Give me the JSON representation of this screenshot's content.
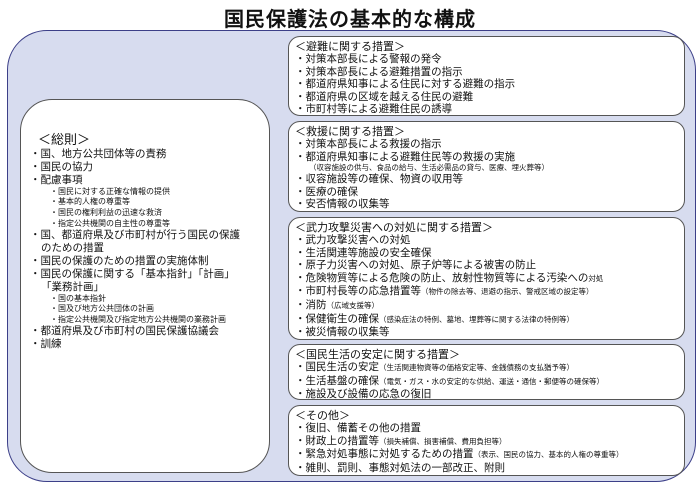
{
  "title": "国民保護法の基本的な構成",
  "general": {
    "heading": "＜総則＞",
    "items": [
      "国、地方公共団体等の責務",
      "国民の協力",
      "配慮事項",
      "国、都道府県及び市町村が行う国民の保護",
      "国民の保護のための措置の実施体制",
      "国民の保護に関する「基本指針」「計画」",
      "都道府県及び市町村の国民保護協議会",
      "訓練"
    ],
    "consideration_subs": [
      "国民に対する正確な情報の提供",
      "基本的人権の尊重等",
      "国民の権利利益の迅速な救済",
      "指定公共機関の自主性の尊重等"
    ],
    "protection_cont": "のための措置",
    "plan_cont": "「業務計画」",
    "plan_subs": [
      "国の基本指針",
      "国及び地方公共団体の計画",
      "指定公共機関及び指定地方公共機関の業務計画"
    ]
  },
  "evacuation": {
    "heading": "＜避難に関する措置＞",
    "items": [
      "対策本部長による警報の発令",
      "対策本部長による避難措置の指示",
      "都道府県知事による住民に対する避難の指示",
      "都道府県の区域を越える住民の避難",
      "市町村等による避難住民の誘導"
    ]
  },
  "relief": {
    "heading": "＜救援に関する措置＞",
    "item1": "対策本部長による救援の指示",
    "item2": "都道府県知事による避難住民等の救援の実施",
    "item2_note": "（収容施設の供与、食品の給与、生活必需品の貸与、医療、埋火葬等）",
    "items_rest": [
      "収容施設等の確保、物資の収用等",
      "医療の確保",
      "安否情報の収集等"
    ]
  },
  "attack": {
    "heading": "＜武力攻撃災害への対処に関する措置＞",
    "items_a": [
      "武力攻撃災害への対処",
      "生活関連等施設の安全確保",
      "原子力災害への対処、原子炉等による被害の防止"
    ],
    "item_danger_main": "危険物質等による危険の防止、放射性物質等による汚染への",
    "item_danger_small": "対処",
    "item_mayor_main": "市町村長等の応急措置等",
    "item_mayor_small": "（物件の除去等、退避の指示、警戒区域の設定等）",
    "item_fire_main": "消防",
    "item_fire_small": "（広域支援等）",
    "item_health_main": "保健衛生の確保",
    "item_health_small": "（感染症法の特例、墓地、埋葬等に関する法律の特例等）",
    "item_last": "被災情報の収集等"
  },
  "stability": {
    "heading": "＜国民生活の安定に関する措置＞",
    "item1_main": "国民生活の安定",
    "item1_small": "（生活関連物資等の価格安定等、金銭債務の支払猶予等）",
    "item2_main": "生活基盤の確保",
    "item2_small": "（電気・ガス・水の安定的な供給、運送・通信・郵便等の確保等）",
    "item3": "施設及び設備の応急の復旧"
  },
  "other": {
    "heading": "＜その他＞",
    "item1": "復旧、備蓄その他の措置",
    "item2_main": "財政上の措置等",
    "item2_small": "（損失補償、損害補償、費用負担等）",
    "item3_main": "緊急対処事態に対処するための措置",
    "item3_small": "（表示、国民の協力、基本的人権の尊重等）",
    "item4": "雑則、罰則、事態対処法の一部改正、附則"
  }
}
